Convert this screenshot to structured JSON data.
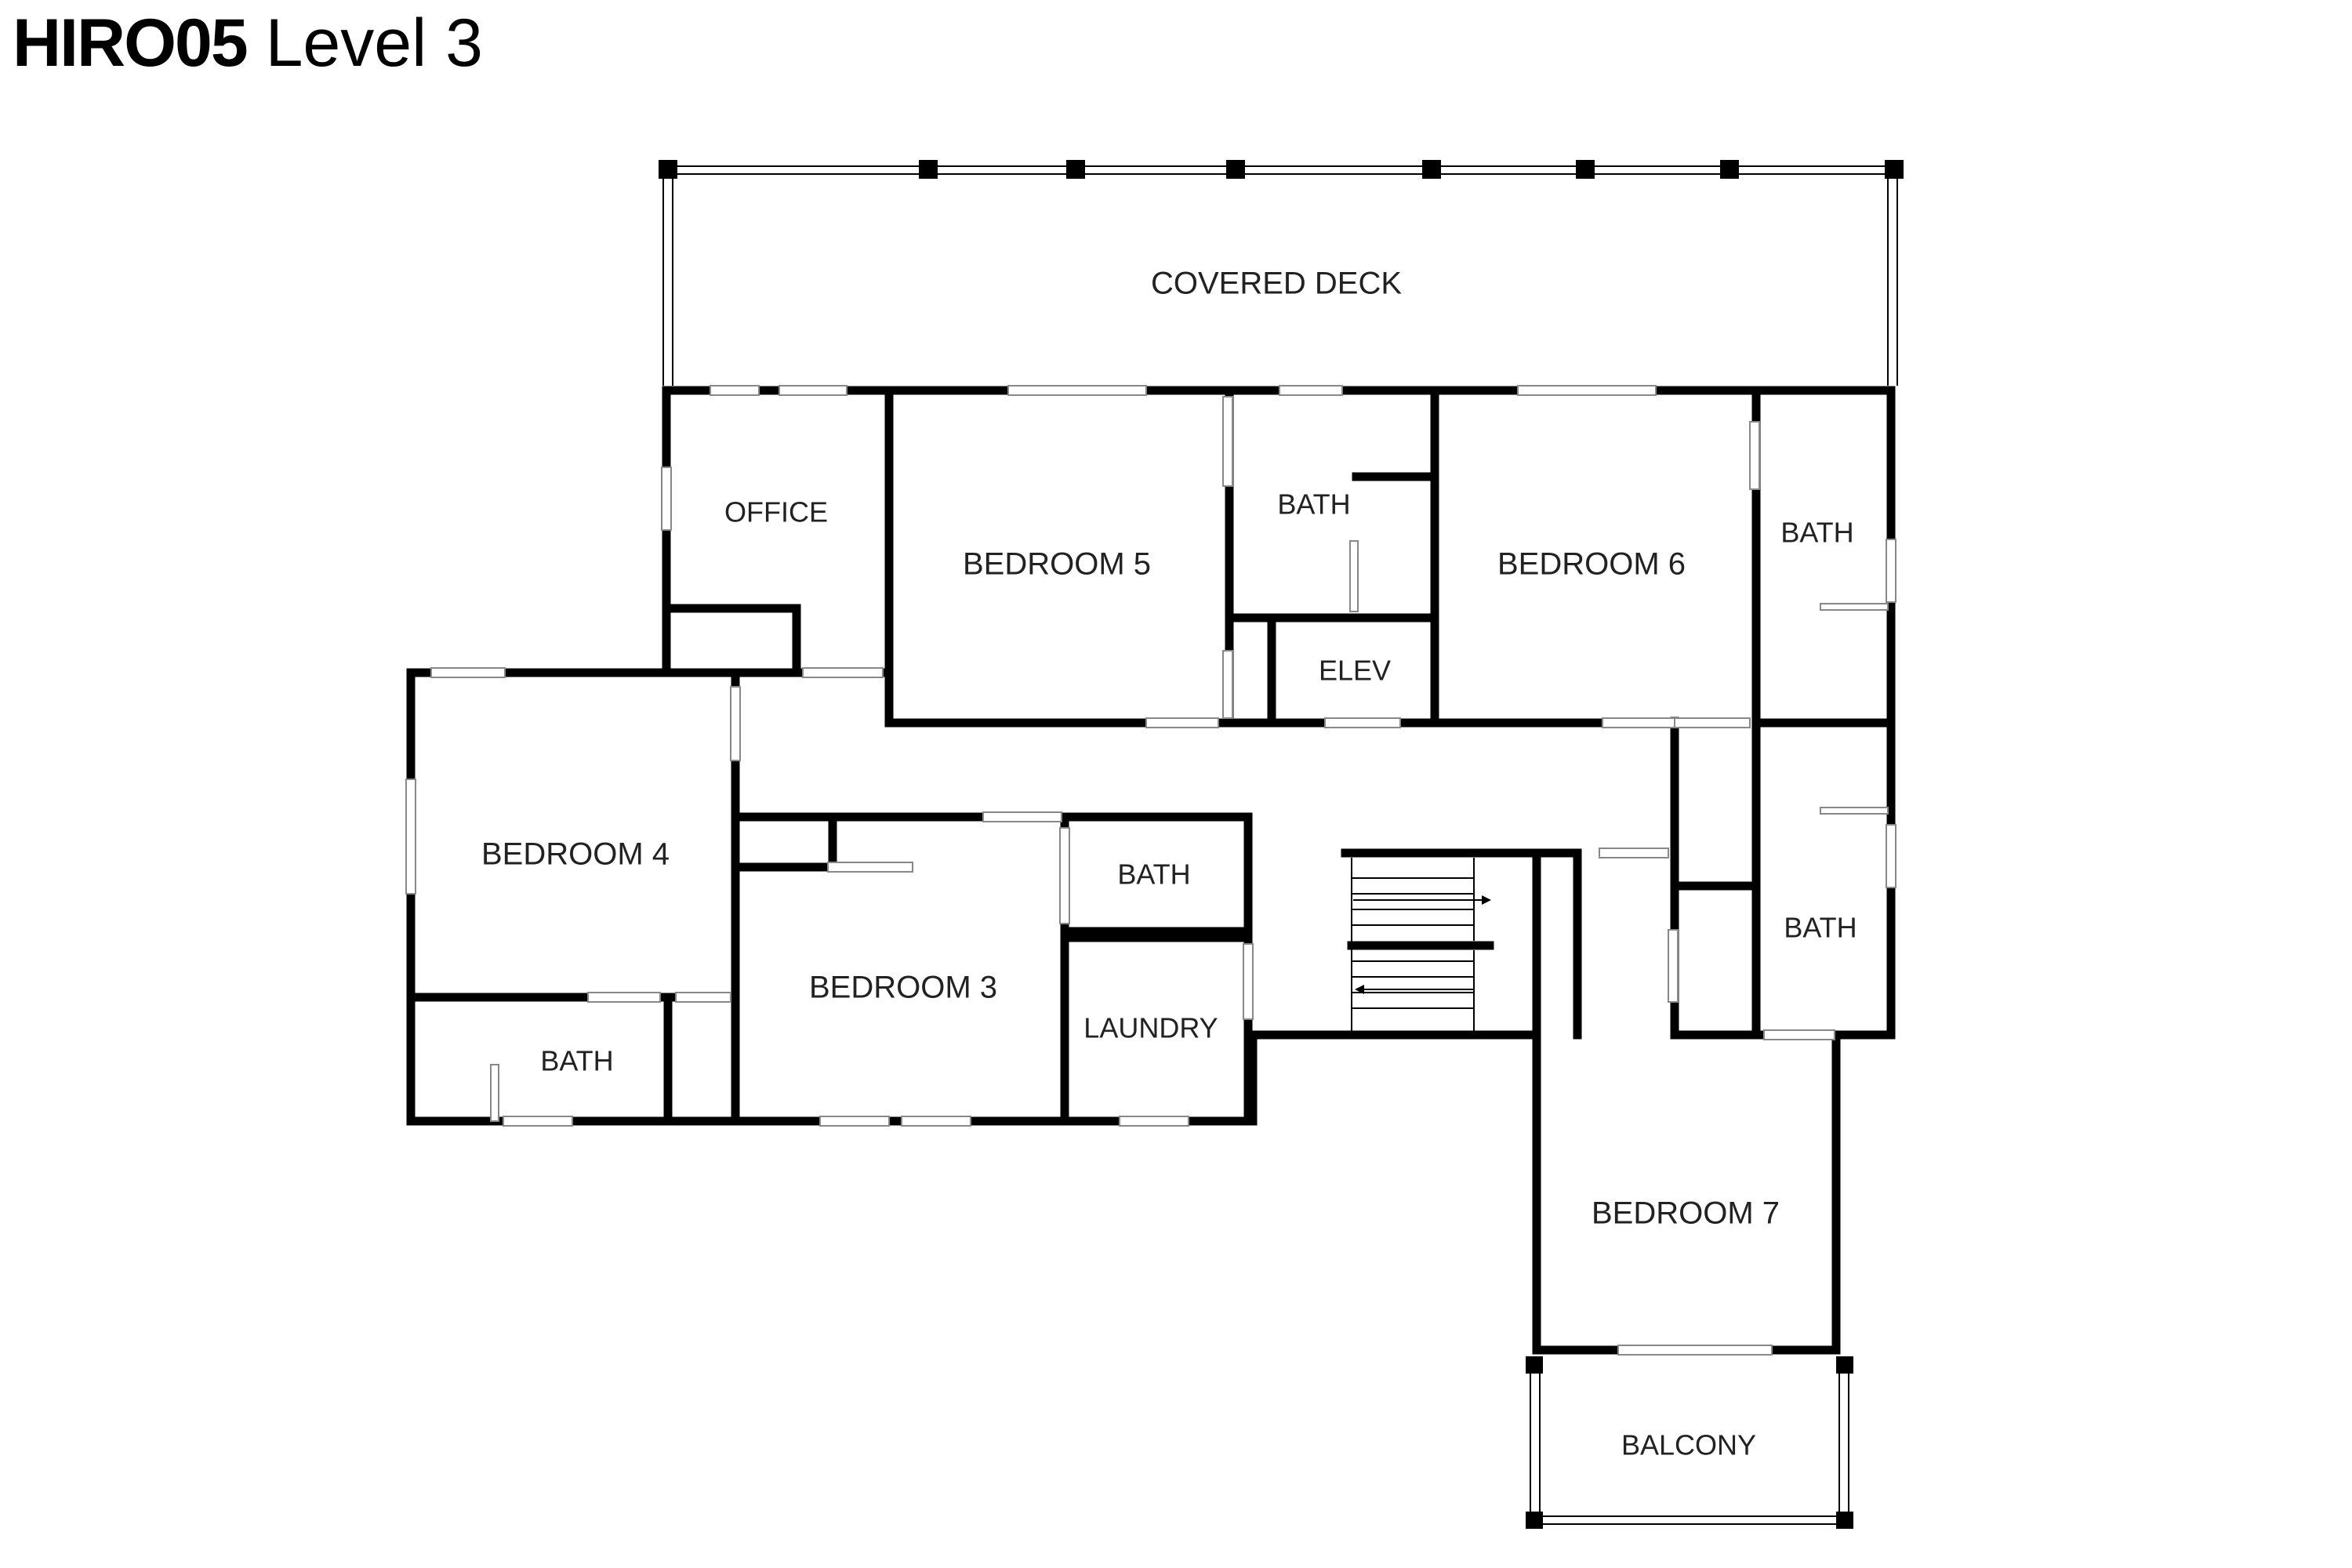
{
  "title": {
    "code": "HIRO05",
    "level": "Level 3"
  },
  "rooms": {
    "covered_deck": "COVERED DECK",
    "office": "OFFICE",
    "bedroom5": "BEDROOM 5",
    "bath_b5": "BATH",
    "bedroom6": "BEDROOM 6",
    "bath_b6": "BATH",
    "elev": "ELEV",
    "bedroom4": "BEDROOM 4",
    "bedroom3": "BEDROOM 3",
    "bath_mid": "BATH",
    "laundry": "LAUNDRY",
    "bath_right": "BATH",
    "bath_b4": "BATH",
    "bedroom7": "BEDROOM 7",
    "balcony": "BALCONY"
  }
}
